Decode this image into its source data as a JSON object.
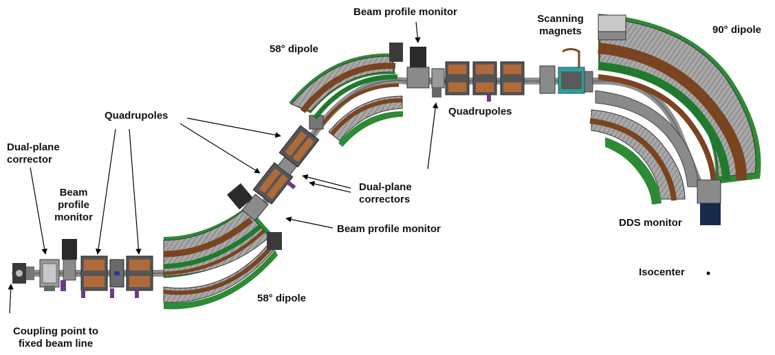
{
  "labels": {
    "bpm_top": "Beam profile monitor",
    "scanning_1": "Scanning",
    "scanning_2": "magnets",
    "dipole_90": "90° dipole",
    "dipole_58_top": "58° dipole",
    "quads_top": "Quadrupoles",
    "quads_mid": "Quadrupoles",
    "dual_plane_single_1": "Dual-plane",
    "dual_plane_single_2": "corrector",
    "bpm_left_1": "Beam",
    "bpm_left_2": "profile",
    "bpm_left_3": "monitor",
    "dual_plane_multi_1": "Dual-plane",
    "dual_plane_multi_2": "correctors",
    "bpm_mid": "Beam profile monitor",
    "dds": "DDS monitor",
    "isocenter": "Isocenter",
    "dipole_58_bottom": "58° dipole",
    "coupling_1": "Coupling point to",
    "coupling_2": "fixed beam line"
  },
  "colors": {
    "yoke": "#a2a2a2",
    "yoke_hatch": "#6a6a6a",
    "coil_brown": "#7a4420",
    "coil_green": "#1f7a2e",
    "frame_green": "#2d8a35",
    "beam_pipe": "#8e8e8e",
    "quad_copper": "#b06a3a",
    "dark_part": "#2a2a2a",
    "purple": "#6a3a8a",
    "dds_block": "#182a4a",
    "arrow": "#000000"
  }
}
